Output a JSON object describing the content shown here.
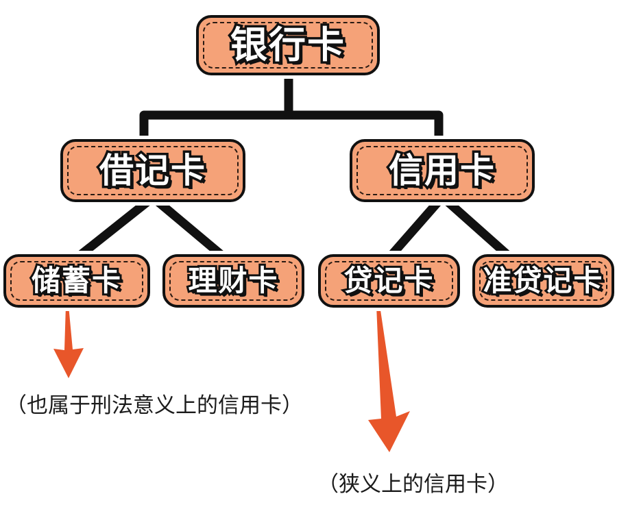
{
  "diagram": {
    "type": "hierarchy-tree",
    "title": "银行卡",
    "colors": {
      "node_fill": "#F5A278",
      "node_border": "#111111",
      "node_inner_dash": "#2a1a12",
      "label_text": "#FFFFFF",
      "connector": "#111111",
      "arrow": "#E8562A",
      "annotation_text": "#1B1B1B",
      "background": "#FFFFFF"
    },
    "nodes": {
      "root": {
        "label": "银行卡"
      },
      "debit": {
        "label": "借记卡"
      },
      "credit": {
        "label": "信用卡"
      },
      "savings": {
        "label": "储蓄卡"
      },
      "wealth": {
        "label": "理财卡"
      },
      "credit_record": {
        "label": "贷记卡"
      },
      "quasi_credit": {
        "label": "准贷记卡"
      }
    },
    "edges": [
      {
        "from": "银行卡",
        "to": "借记卡"
      },
      {
        "from": "银行卡",
        "to": "信用卡"
      },
      {
        "from": "借记卡",
        "to": "储蓄卡"
      },
      {
        "from": "借记卡",
        "to": "理财卡"
      },
      {
        "from": "信用卡",
        "to": "贷记卡"
      },
      {
        "from": "信用卡",
        "to": "准贷记卡"
      }
    ],
    "annotations": [
      {
        "target": "储蓄卡",
        "text": "（也属于刑法意义上的信用卡）"
      },
      {
        "target": "贷记卡",
        "text": "（狭义上的信用卡）"
      }
    ]
  }
}
